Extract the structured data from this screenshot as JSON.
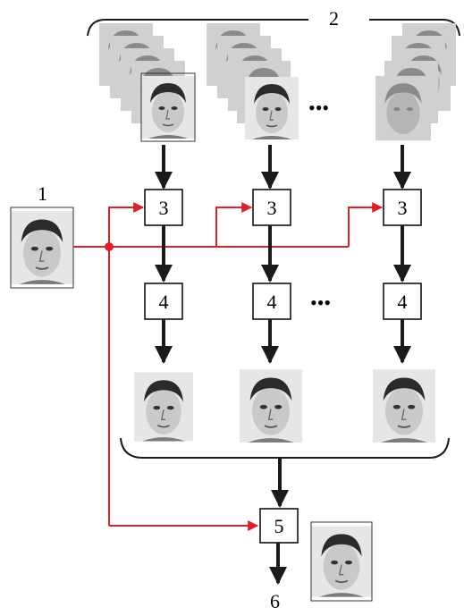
{
  "labels": {
    "input_face": "1",
    "database": "2",
    "match_block": "3",
    "transform_block": "4",
    "select_block": "5",
    "output": "6",
    "ellipsis": "•••"
  },
  "colors": {
    "red_line": "#d9232a",
    "black_line": "#1a1a1a",
    "box_stroke": "#000000"
  },
  "icons": {
    "face_photo": "grayscale-face-portrait",
    "arrow": "arrowhead"
  }
}
